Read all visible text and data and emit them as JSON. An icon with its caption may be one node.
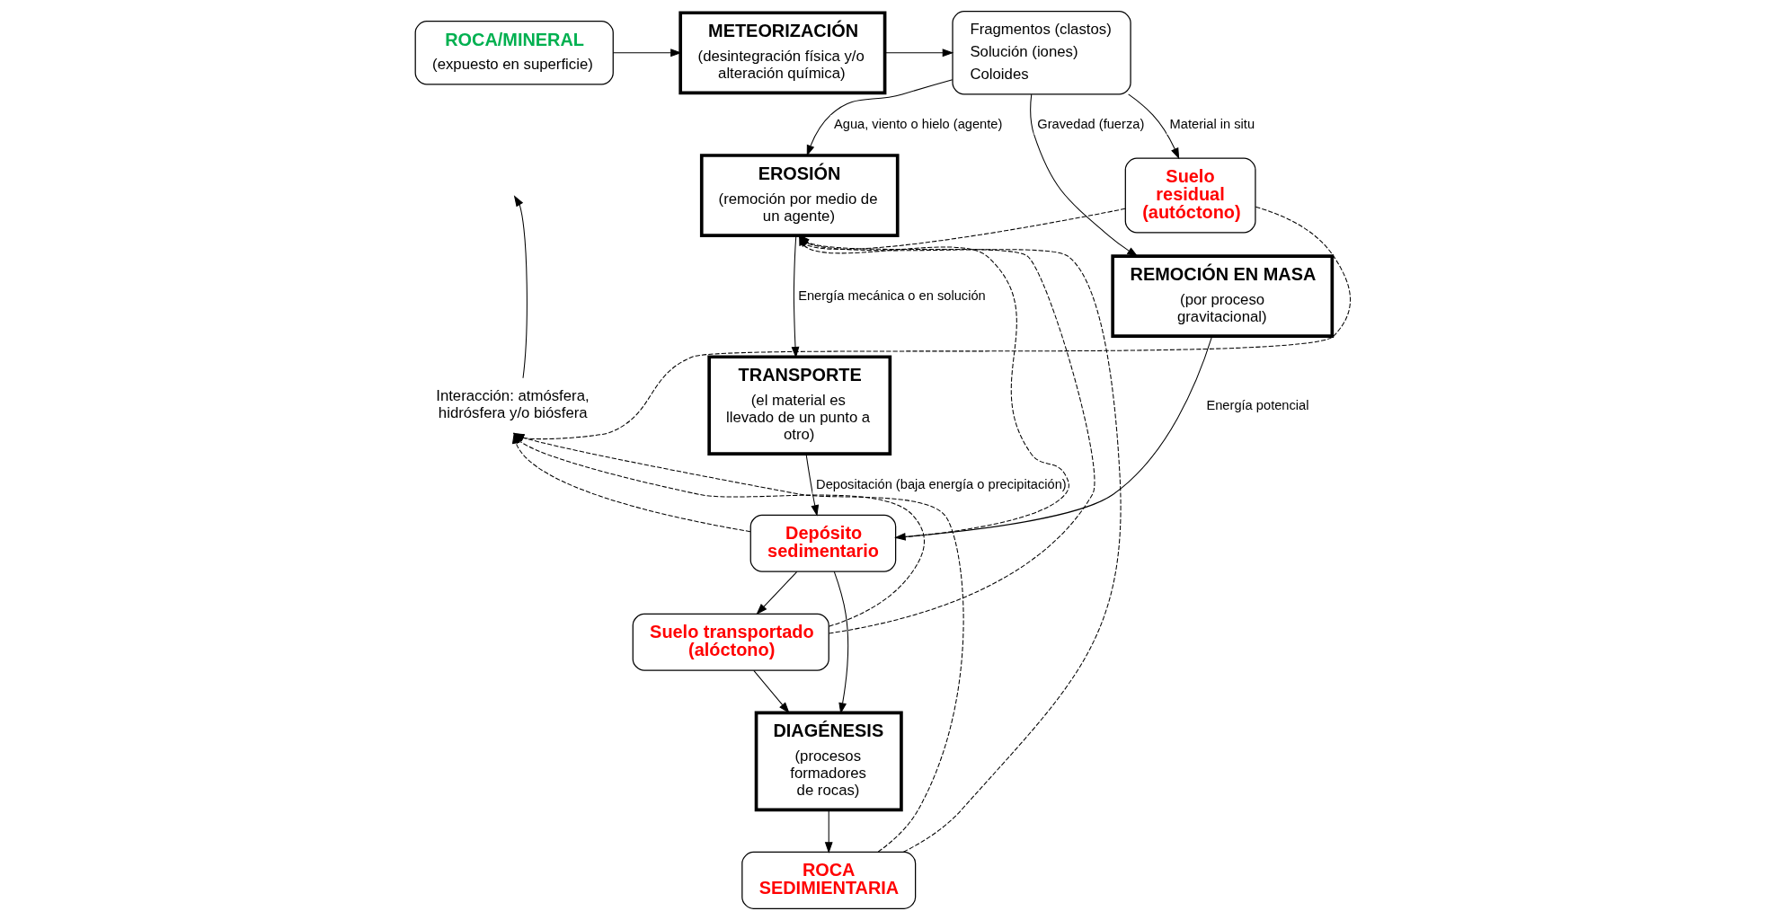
{
  "diagram": {
    "nodes": [
      {
        "text": [
          "ROCA/MINERAL",
          "(expuesto en superficie)"
        ]
      },
      {
        "text": [
          "METEORIZACIÓN",
          "(desintegración física y/o alteración química)"
        ]
      },
      {
        "text": [
          "Fragmentos (clastos)",
          "Solución (iones)",
          "Coloides"
        ]
      },
      {
        "text": [
          "Interacción: atmósfera, hidrósfera y/o biósfera"
        ]
      },
      {
        "text": [
          "EROSIÓN",
          "(remoción por medio de un agente)"
        ]
      },
      {
        "text": [
          "REMOCIÓN EN MASA",
          "(por proceso gravitacional)"
        ]
      },
      {
        "text": [
          "Suelo residual (autóctono)"
        ]
      },
      {
        "text": [
          "TRANSPORTE",
          "(el material es llevado de un punto a otro)"
        ]
      },
      {
        "text": [
          "Depósito sedimentario"
        ]
      },
      {
        "text": [
          "Suelo transportado (alóctono)"
        ]
      },
      {
        "text": [
          "DIAGÉNESIS",
          "(procesos formadores de rocas)"
        ]
      },
      {
        "text": [
          "ROCA SEDIMIENTARIA"
        ]
      }
    ],
    "edges": [
      {
        "from": 0,
        "to": 1,
        "arrow": "to"
      },
      {
        "from": 1,
        "to": 2,
        "arrow": "to"
      },
      {
        "from": 3,
        "to": null,
        "arrow": "to"
      },
      {
        "from": 2,
        "to": 4,
        "arrow": "to",
        "label": "Agua, viento o hielo (agente)"
      },
      {
        "from": 2,
        "to": 5,
        "arrow": "to",
        "label": "Gravedad (fuerza)"
      },
      {
        "from": 2,
        "to": 6,
        "arrow": "to",
        "label": "Material in situ"
      },
      {
        "from": 4,
        "to": 7,
        "arrow": "to",
        "label": "Energía mecánica o en solución"
      },
      {
        "from": 5,
        "to": 8,
        "arrow": "to",
        "label": "Energía potencial"
      },
      {
        "from": 7,
        "to": 8,
        "arrow": "to",
        "label": "Depositación (baja energía o precipitación)"
      },
      {
        "from": 8,
        "to": 9,
        "arrow": "to"
      },
      {
        "from": 8,
        "to": 10,
        "arrow": "to"
      },
      {
        "from": 9,
        "to": 10,
        "arrow": "to"
      },
      {
        "from": 10,
        "to": 11,
        "arrow": "to"
      },
      {
        "from": 6,
        "to": 3,
        "arrow": "to",
        "style": "dashed"
      },
      {
        "from": 8,
        "to": 3,
        "arrow": "to",
        "style": "dashed"
      },
      {
        "from": 9,
        "to": 3,
        "arrow": "to",
        "style": "dashed"
      },
      {
        "from": 11,
        "to": 3,
        "arrow": "to",
        "style": "dashed"
      },
      {
        "from": 6,
        "to": 4,
        "arrow": "to",
        "style": "dashed"
      },
      {
        "from": 8,
        "to": 4,
        "arrow": "to",
        "style": "dashed"
      },
      {
        "from": 9,
        "to": 4,
        "arrow": "to",
        "style": "dashed"
      },
      {
        "from": 11,
        "to": 4,
        "arrow": "to",
        "style": "dashed"
      }
    ]
  }
}
